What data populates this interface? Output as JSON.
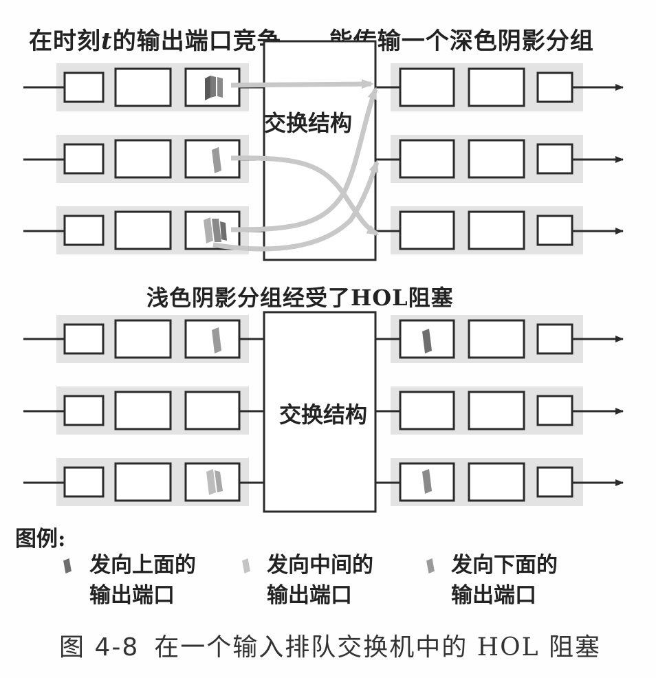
{
  "figure": {
    "title_top_pre": "在时刻",
    "title_top_var": "t",
    "title_top_post": "的输出端口竞争——能传输一个深色阴影分组",
    "title_mid": "浅色阴影分组经受了HOL阻塞",
    "fabric_label_top": "交换结构",
    "fabric_label_bottom": "交换结构",
    "legend": {
      "title": "图例:",
      "items": [
        {
          "line1": "发向上面的",
          "line2": "输出端口",
          "color": "#6e6e6e"
        },
        {
          "line1": "发向中间的",
          "line2": "输出端口",
          "color": "#bdbdbd"
        },
        {
          "line1": "发向下面的",
          "line2": "输出端口",
          "color": "#9a9a9a"
        }
      ]
    },
    "caption_num": "图 4-8",
    "caption_text": "在一个输入排队交换机中的 HOL 阻塞"
  },
  "colors": {
    "band": "#e3e3e3",
    "box_border": "#2a2a2a",
    "packet_dark": "#6e6e6e",
    "packet_light": "#bdbdbd",
    "packet_mid": "#9a9a9a",
    "arrow_light": "#c8c8c8"
  }
}
